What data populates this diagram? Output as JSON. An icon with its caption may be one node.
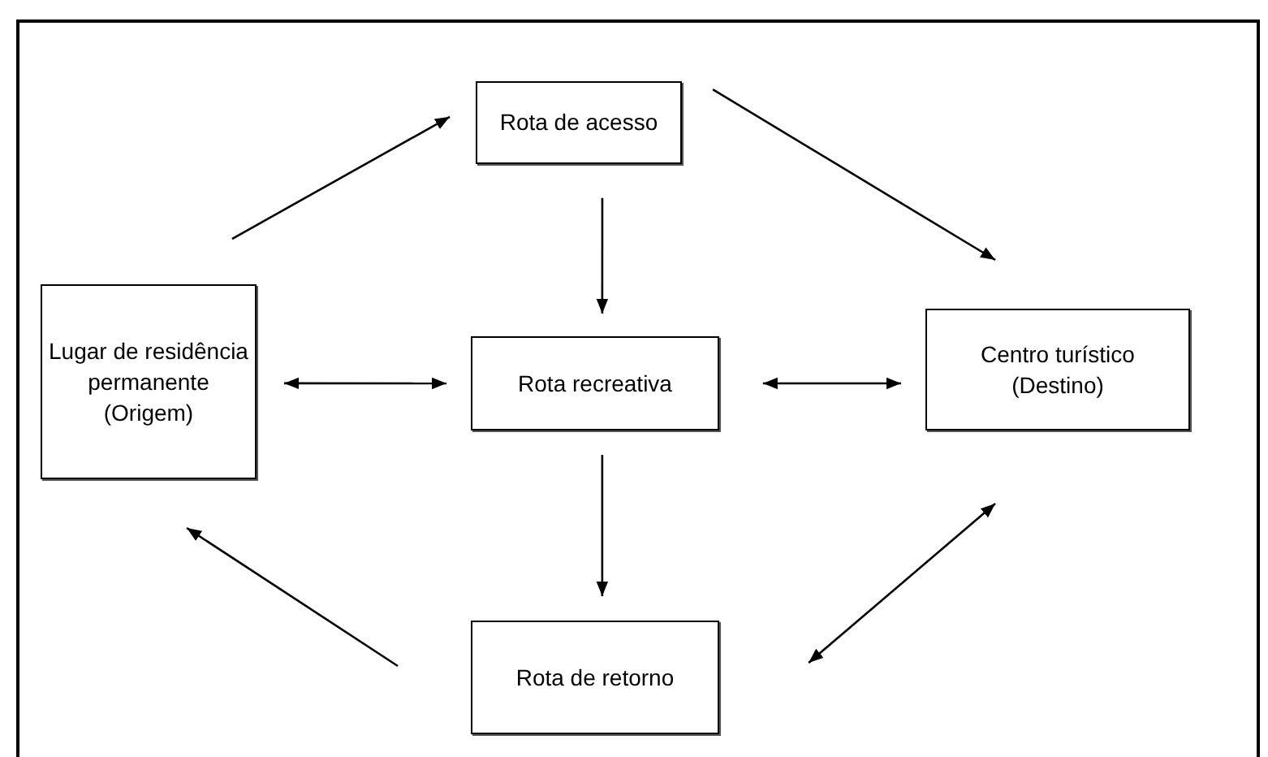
{
  "diagram": {
    "nodes": [
      {
        "text": [
          "Rota de acesso"
        ]
      },
      {
        "text": [
          "Lugar de residência permanente (Origem)"
        ]
      },
      {
        "text": [
          "Rota recreativa"
        ]
      },
      {
        "text": [
          "Centro turístico (Destino)"
        ]
      },
      {
        "text": [
          "Rota de retorno"
        ]
      }
    ],
    "edges": [
      {
        "from": 1,
        "to": 0,
        "arrow": "to"
      },
      {
        "from": 0,
        "to": 3,
        "arrow": "to"
      },
      {
        "from": 0,
        "to": 2,
        "arrow": "to"
      },
      {
        "from": 1,
        "to": 2,
        "arrow": "both"
      },
      {
        "from": 2,
        "to": 3,
        "arrow": "both"
      },
      {
        "from": 2,
        "to": 4,
        "arrow": "to"
      },
      {
        "from": 3,
        "to": 4,
        "arrow": "both"
      },
      {
        "from": 4,
        "to": 1,
        "arrow": "to"
      }
    ]
  }
}
